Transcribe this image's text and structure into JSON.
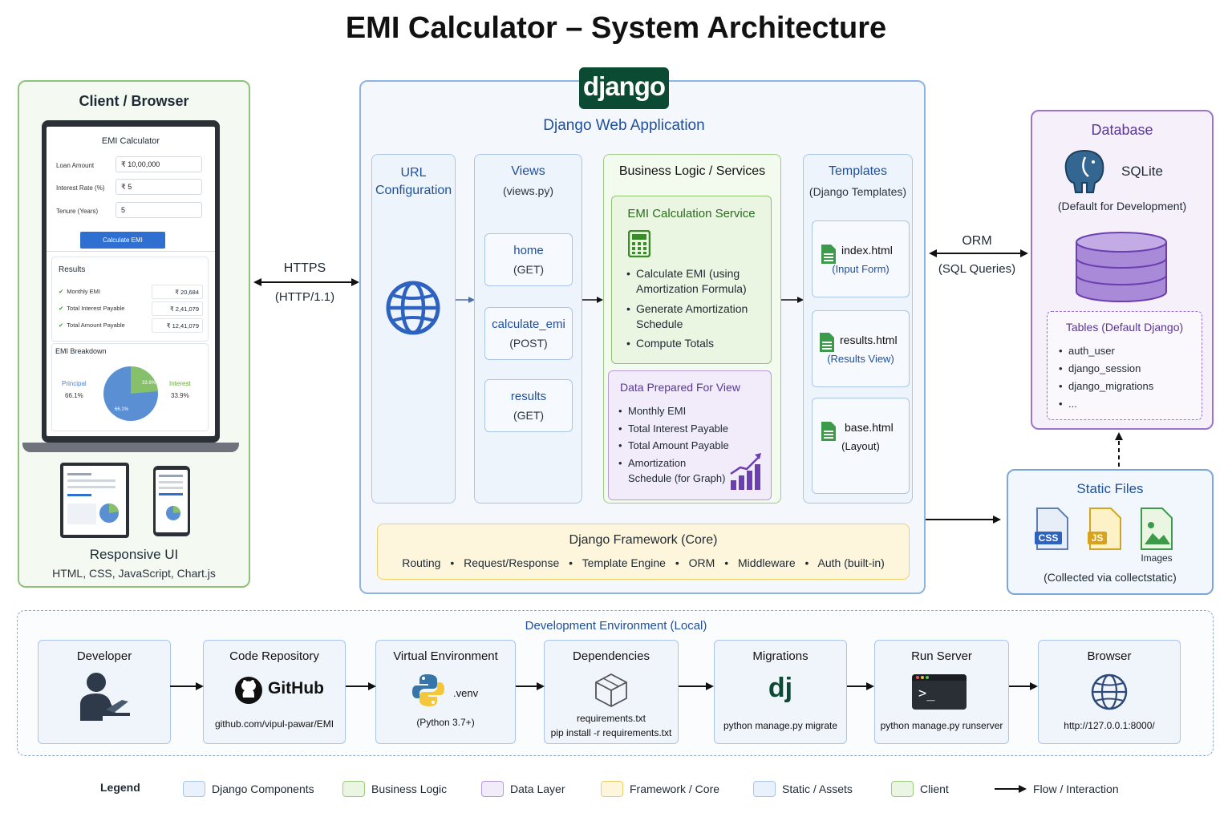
{
  "title": "EMI Calculator – System Architecture",
  "client": {
    "title": "Client / Browser",
    "app": {
      "heading": "EMI Calculator",
      "loan_label": "Loan Amount",
      "loan_value": "₹  10,00,000",
      "rate_label": "Interest Rate (%)",
      "rate_value": "₹  5",
      "tenure_label": "Tenure (Years)",
      "tenure_value": "5",
      "button": "Calculate EMI",
      "results_title": "Results",
      "results": [
        {
          "label": "Monthly EMI",
          "value": "₹ 20,684"
        },
        {
          "label": "Total Interest Payable",
          "value": "₹ 2,41,079"
        },
        {
          "label": "Total Amount Payable",
          "value": "₹ 12,41,079"
        }
      ],
      "breakdown_title": "EMI Breakdown",
      "principal_label": "Principal",
      "principal_pct": "66.1%",
      "interest_label": "Interest",
      "interest_pct": "33.9%",
      "pie_principal_text": "66.1%",
      "pie_interest_text": "33.9%"
    },
    "responsive_title": "Responsive UI",
    "responsive_sub": "HTML, CSS, JavaScript, Chart.js"
  },
  "https": {
    "label": "HTTPS",
    "sub": "(HTTP/1.1)"
  },
  "django": {
    "logo": "django",
    "title": "Django Web Application",
    "url_config": "URL Configuration",
    "views": {
      "title": "Views",
      "sub": "(views.py)",
      "items": [
        {
          "name": "home",
          "method": "(GET)"
        },
        {
          "name": "calculate_emi",
          "method": "(POST)"
        },
        {
          "name": "results",
          "method": "(GET)"
        }
      ]
    },
    "business": {
      "title": "Business Logic / Services",
      "service_title": "EMI Calculation Service",
      "service_items": [
        "Calculate EMI (using Amortization Formula)",
        "Generate Amortization Schedule",
        "Compute Totals"
      ],
      "prep_title": "Data Prepared For View",
      "prep_items": [
        "Monthly EMI",
        "Total Interest Payable",
        "Total Amount Payable",
        "Amortization Schedule (for Graph)"
      ]
    },
    "templates": {
      "title": "Templates",
      "sub": "(Django Templates)",
      "items": [
        {
          "name": "index.html",
          "sub": "(Input Form)"
        },
        {
          "name": "results.html",
          "sub": "(Results View)"
        },
        {
          "name": "base.html",
          "sub": "(Layout)"
        }
      ]
    },
    "framework": {
      "title": "Django Framework (Core)",
      "items": [
        "Routing",
        "Request/Response",
        "Template Engine",
        "ORM",
        "Middleware",
        "Auth (built-in)"
      ]
    }
  },
  "orm": {
    "label": "ORM",
    "sub": "(SQL Queries)"
  },
  "database": {
    "title": "Database",
    "engine": "SQLite",
    "engine_sub": "(Default for Development)",
    "tables_title": "Tables (Default Django)",
    "tables": [
      "auth_user",
      "django_session",
      "django_migrations",
      "..."
    ]
  },
  "static": {
    "title": "Static Files",
    "css": "CSS",
    "js": "JS",
    "images": "Images",
    "sub": "(Collected via collectstatic)"
  },
  "dev": {
    "title": "Development Environment (Local)",
    "steps": [
      {
        "title": "Developer",
        "sub": ""
      },
      {
        "title": "Code Repository",
        "logo": "GitHub",
        "sub": "github.com/vipul-pawar/EMI"
      },
      {
        "title": "Virtual Environment",
        "logo": ".venv",
        "sub": "(Python 3.7+)"
      },
      {
        "title": "Dependencies",
        "sub": "requirements.txt",
        "sub2": "pip install -r requirements.txt"
      },
      {
        "title": "Migrations",
        "logo": "dj",
        "sub": "python manage.py migrate"
      },
      {
        "title": "Run Server",
        "logo": ">_",
        "sub": "python manage.py runserver"
      },
      {
        "title": "Browser",
        "sub": "http://127.0.0.1:8000/"
      }
    ]
  },
  "legend": {
    "title": "Legend",
    "items": [
      {
        "label": "Django Components",
        "color": "#e8f1fc"
      },
      {
        "label": "Business Logic",
        "color": "#eaf6e2"
      },
      {
        "label": "Data Layer",
        "color": "#f2ecfa"
      },
      {
        "label": "Framework / Core",
        "color": "#fdf5dc"
      },
      {
        "label": "Static / Assets",
        "color": "#e8f1fc"
      },
      {
        "label": "Client",
        "color": "#eaf6e2"
      },
      {
        "label": "Flow / Interaction",
        "color": "#111111"
      }
    ]
  }
}
